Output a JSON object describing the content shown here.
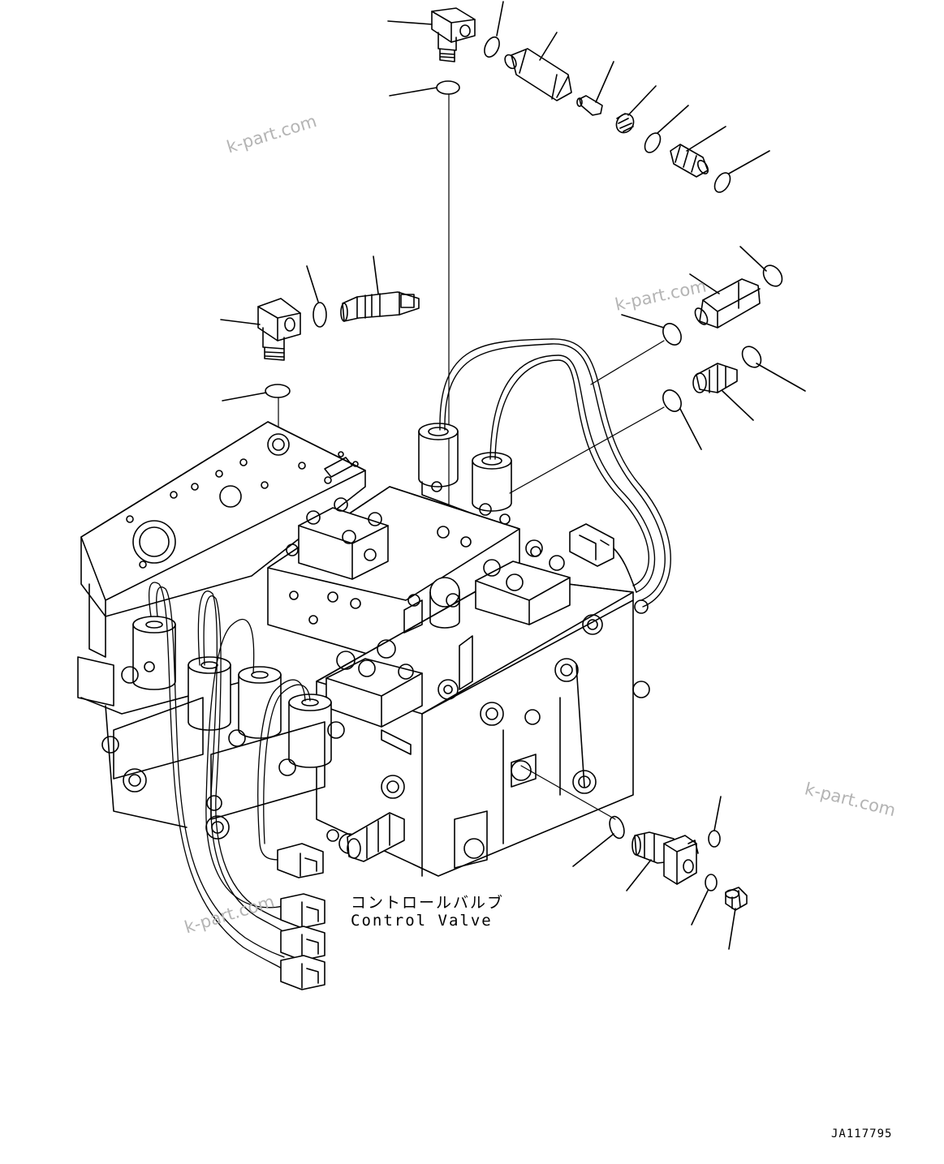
{
  "caption": {
    "japanese": "コントロールバルブ",
    "english": "Control Valve"
  },
  "watermark": "k-part.com",
  "drawing_code": "JA117795",
  "colors": {
    "line": "#000000",
    "watermark": "#b4b4b4",
    "background": "#ffffff"
  }
}
